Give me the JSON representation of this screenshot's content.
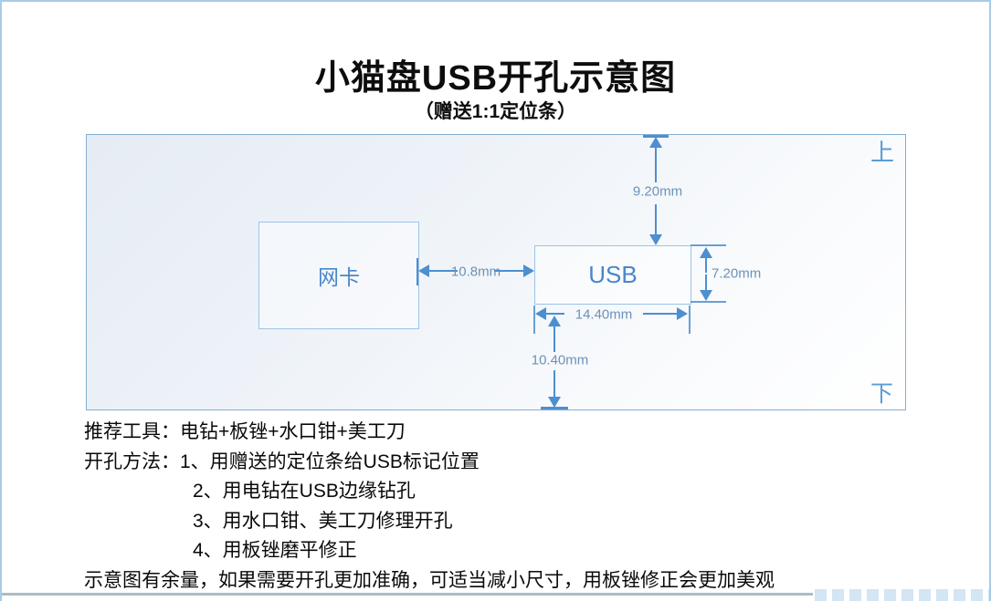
{
  "page": {
    "title": "小猫盘USB开孔示意图",
    "subtitle": "（赠送1:1定位条）"
  },
  "diagram": {
    "orientation_top": "上",
    "orientation_bottom": "下",
    "nic_box_label": "网卡",
    "usb_box_label": "USB",
    "dimensions": {
      "top_offset": "9.20mm",
      "nic_usb_gap": "10.8mm",
      "usb_height": "7.20mm",
      "usb_width": "14.40mm",
      "bottom_offset": "10.40mm"
    }
  },
  "notes": {
    "tools_line": "推荐工具：电钻+板锉+水口钳+美工刀",
    "method_label": "开孔方法：",
    "steps": [
      "1、用赠送的定位条给USB标记位置",
      "2、用电钻在USB边缘钻孔",
      "3、用水口钳、美工刀修理开孔",
      "4、用板锉磨平修正"
    ],
    "remark": "示意图有余量，如果需要开孔更加准确，可适当减小尺寸，用板锉修正会更加美观"
  },
  "colors": {
    "dim": "#4d8fd1",
    "dim_label": "#6b92b8",
    "box_border": "#9dc3e6",
    "box_text": "#4a86c8",
    "panel_border": "#84aed0",
    "page_border": "#a8cce4",
    "orient": "#5b9bd5",
    "bottom_line": "#a9bcc6",
    "watermark": "#cfe2f2"
  }
}
